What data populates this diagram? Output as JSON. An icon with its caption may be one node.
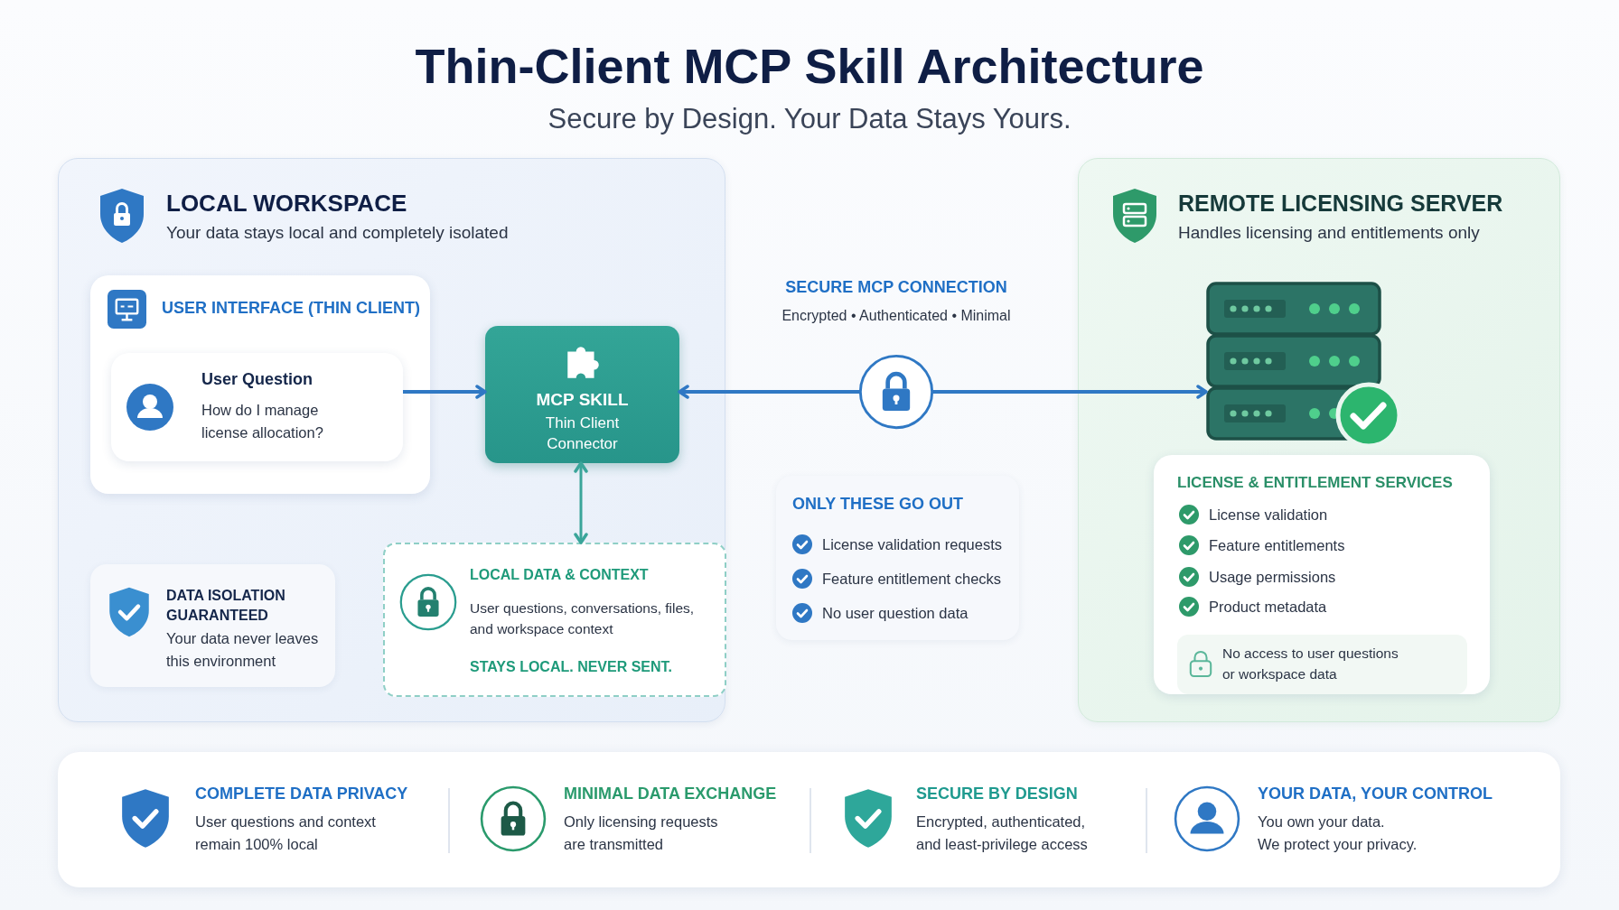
{
  "diagram": {
    "title": "Thin-Client MCP Skill Architecture",
    "nodes": [
      {
        "text": [
          "LOCAL WORKSPACE",
          "Your data stays local and completely isolated"
        ]
      },
      {
        "text": [
          "USER INTERFACE (THIN CLIENT)"
        ],
        "in": 0
      },
      {
        "text": [
          "User Question",
          "How do I manage license allocation?"
        ],
        "in": 1
      },
      {
        "text": [
          "MCP SKILL",
          "Thin Client Connector"
        ],
        "in": 0
      },
      {
        "text": [
          "LOCAL DATA & CONTEXT",
          "User questions, conversations, files, and workspace context",
          "STAYS LOCAL. NEVER SENT."
        ],
        "in": 0
      },
      {
        "text": [
          "DATA ISOLATION GUARANTEED",
          "Your data never leaves this environment"
        ],
        "in": 0
      },
      {
        "text": [
          "REMOTE LICENSING SERVER",
          "Handles licensing and entitlements only"
        ]
      },
      {
        "text": [],
        "shape": "picture",
        "in": 6
      },
      {
        "text": [
          "LICENSE & ENTITLEMENT SERVICES",
          "License validation",
          "Feature entitlements",
          "Usage permissions",
          "Product metadata"
        ],
        "in": 6
      },
      {
        "text": [
          "No access to user questions or workspace data"
        ],
        "in": 8
      },
      {
        "text": [
          "ONLY THESE GO OUT",
          "License validation requests",
          "Feature entitlement checks",
          "No user question data"
        ]
      }
    ],
    "edges": [
      {
        "from": 2,
        "to": 3,
        "arrow": "to"
      },
      {
        "from": 3,
        "to": 4,
        "arrow": "both",
        "color": "#3aa59a"
      },
      {
        "from": 3,
        "to": 7,
        "arrow": "both"
      }
    ],
    "labels": [
      "Secure by Design. Your Data Stays Yours.",
      "SECURE MCP CONNECTION",
      "Encrypted • Authenticated • Minimal",
      "COMPLETE DATA PRIVACY",
      "User questions and context remain 100% local",
      "MINIMAL DATA EXCHANGE",
      "Only licensing requests are transmitted",
      "SECURE BY DESIGN",
      "Encrypted, authenticated, and least-privilege access",
      "YOUR DATA, YOUR CONTROL",
      "You own your data.",
      "We protect your privacy."
    ]
  }
}
